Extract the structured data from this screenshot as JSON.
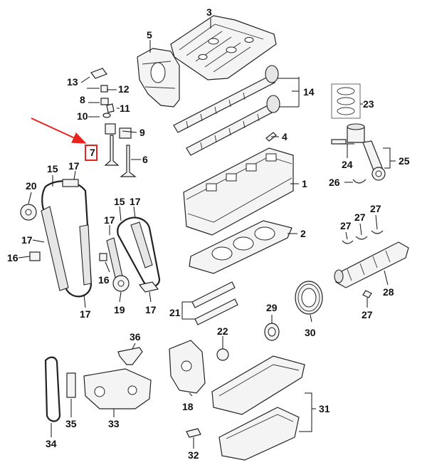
{
  "diagram": {
    "callouts": [
      {
        "id": "c1",
        "text": "1"
      },
      {
        "id": "c2",
        "text": "2"
      },
      {
        "id": "c3",
        "text": "3"
      },
      {
        "id": "c4",
        "text": "4"
      },
      {
        "id": "c5",
        "text": "5"
      },
      {
        "id": "c6",
        "text": "6"
      },
      {
        "id": "c7",
        "text": "7"
      },
      {
        "id": "c8",
        "text": "8"
      },
      {
        "id": "c9",
        "text": "9"
      },
      {
        "id": "c10",
        "text": "10"
      },
      {
        "id": "c11",
        "text": "11"
      },
      {
        "id": "c12",
        "text": "12"
      },
      {
        "id": "c13",
        "text": "13"
      },
      {
        "id": "c14",
        "text": "14"
      },
      {
        "id": "c15a",
        "text": "15"
      },
      {
        "id": "c15b",
        "text": "15"
      },
      {
        "id": "c16a",
        "text": "16"
      },
      {
        "id": "c16b",
        "text": "16"
      },
      {
        "id": "c17a",
        "text": "17"
      },
      {
        "id": "c17b",
        "text": "17"
      },
      {
        "id": "c17c",
        "text": "17"
      },
      {
        "id": "c17d",
        "text": "17"
      },
      {
        "id": "c17e",
        "text": "17"
      },
      {
        "id": "c17f",
        "text": "17"
      },
      {
        "id": "c19",
        "text": "19"
      },
      {
        "id": "c20",
        "text": "20"
      },
      {
        "id": "c21",
        "text": "21"
      },
      {
        "id": "c22",
        "text": "22"
      },
      {
        "id": "c23",
        "text": "23"
      },
      {
        "id": "c24",
        "text": "24"
      },
      {
        "id": "c25",
        "text": "25"
      },
      {
        "id": "c26",
        "text": "26"
      },
      {
        "id": "c27a",
        "text": "27"
      },
      {
        "id": "c27b",
        "text": "27"
      },
      {
        "id": "c27c",
        "text": "27"
      },
      {
        "id": "c27d",
        "text": "27"
      },
      {
        "id": "c28",
        "text": "28"
      },
      {
        "id": "c29",
        "text": "29"
      },
      {
        "id": "c30",
        "text": "30"
      },
      {
        "id": "c31",
        "text": "31"
      },
      {
        "id": "c32",
        "text": "32"
      },
      {
        "id": "c33",
        "text": "33"
      },
      {
        "id": "c34",
        "text": "34"
      },
      {
        "id": "c35",
        "text": "35"
      },
      {
        "id": "c36",
        "text": "36"
      }
    ],
    "highlight_color": "#e8231e",
    "line_color": "#111111"
  }
}
